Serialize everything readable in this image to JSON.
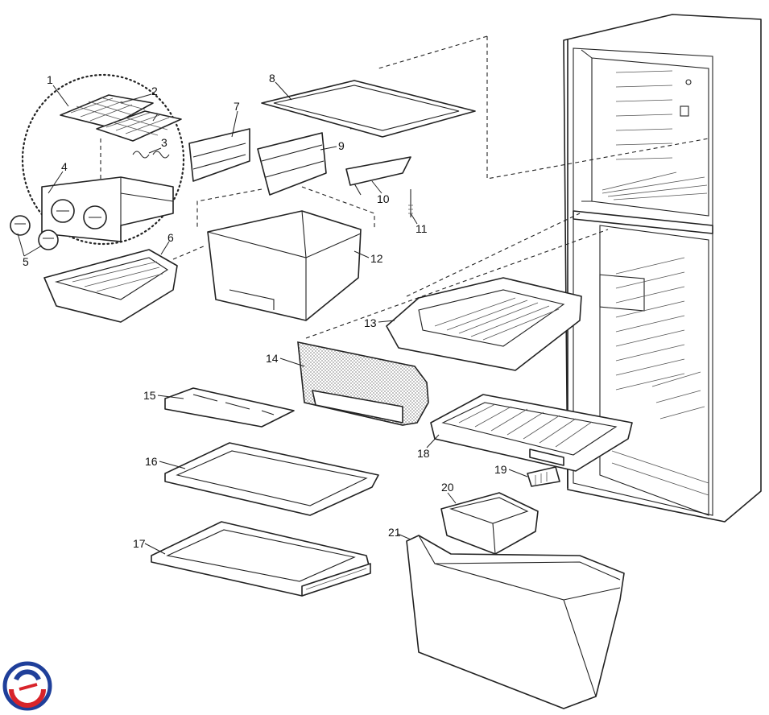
{
  "callouts": {
    "c1": "1",
    "c2": "2",
    "c3": "3",
    "c4": "4",
    "c5": "5",
    "c6": "6",
    "c7": "7",
    "c8": "8",
    "c9": "9",
    "c10": "10",
    "c11": "11",
    "c12": "12",
    "c13": "13",
    "c14": "14",
    "c15": "15",
    "c16": "16",
    "c17": "17",
    "c18": "18",
    "c19": "19",
    "c20": "20",
    "c21": "21"
  },
  "logo": {
    "colors": [
      "#1f3f9a",
      "#d8242a"
    ]
  }
}
